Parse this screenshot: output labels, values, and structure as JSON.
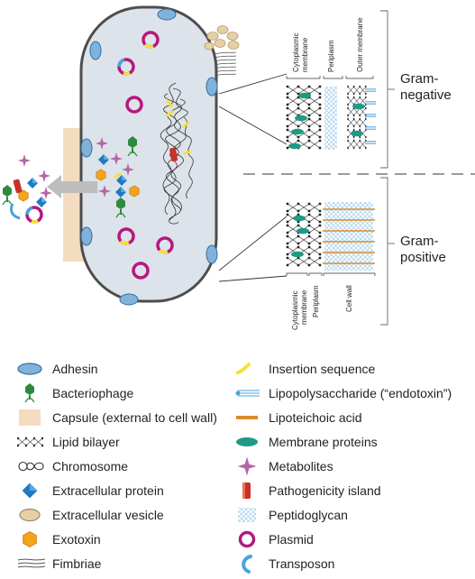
{
  "diagram": {
    "gram_negative": {
      "label_line1": "Gram-",
      "label_line2": "negative",
      "columns": [
        {
          "line1": "Cytoplasmic",
          "line2": "membrane"
        },
        {
          "line1": "Periplasm",
          "line2": ""
        },
        {
          "line1": "Outer membrane",
          "line2": ""
        }
      ]
    },
    "gram_positive": {
      "label_line1": "Gram-",
      "label_line2": "positive",
      "columns": [
        {
          "line1": "Cytoplasmic",
          "line2": "membrane"
        },
        {
          "line1": "Periplasm",
          "line2": ""
        },
        {
          "line1": "Cell wall",
          "line2": ""
        }
      ]
    }
  },
  "legend": {
    "left": [
      {
        "icon": "adhesin-icon",
        "label": "Adhesin"
      },
      {
        "icon": "bacteriophage-icon",
        "label": "Bacteriophage"
      },
      {
        "icon": "capsule-icon",
        "label": "Capsule (external to cell wall)"
      },
      {
        "icon": "lipid-bilayer-icon",
        "label": "Lipid bilayer"
      },
      {
        "icon": "chromosome-icon",
        "label": "Chromosome"
      },
      {
        "icon": "extracellular-protein-icon",
        "label": "Extracellular protein"
      },
      {
        "icon": "extracellular-vesicle-icon",
        "label": "Extracellular vesicle"
      },
      {
        "icon": "exotoxin-icon",
        "label": "Exotoxin"
      },
      {
        "icon": "fimbriae-icon",
        "label": "Fimbriae"
      }
    ],
    "right": [
      {
        "icon": "insertion-sequence-icon",
        "label": "Insertion sequence"
      },
      {
        "icon": "lipopolysaccharide-icon",
        "label": "Lipopolysaccharide (“endotoxin”)"
      },
      {
        "icon": "lipoteichoic-acid-icon",
        "label": "Lipoteichoic acid"
      },
      {
        "icon": "membrane-protein-icon",
        "label": "Membrane proteins"
      },
      {
        "icon": "metabolite-icon",
        "label": "Metabolites"
      },
      {
        "icon": "pathogenicity-island-icon",
        "label": "Pathogenicity island"
      },
      {
        "icon": "peptidoglycan-icon",
        "label": "Peptidoglycan"
      },
      {
        "icon": "plasmid-icon",
        "label": "Plasmid"
      },
      {
        "icon": "transposon-icon",
        "label": "Transposon"
      }
    ]
  },
  "colors": {
    "cell_fill": "#dde3ea",
    "cell_outline": "#4d4d4d",
    "adhesin": "#7fb2dc",
    "plasmid": "#b5197d",
    "insertion_sequence": "#f5e13a",
    "transposon": "#4aa3df",
    "capsule": "#f3dcc0",
    "membrane_protein": "#1f9a86",
    "metabolite": "#b565a7",
    "extracellular_protein": "#1f7bc1",
    "exotoxin": "#f2a51a",
    "vesicle": "#e6cfa6",
    "pathogenicity_island": "#c8302a",
    "bacteriophage": "#2e8b3e",
    "peptidoglycan": "#9ccbe8",
    "lipoteichoic": "#d98c2e"
  }
}
